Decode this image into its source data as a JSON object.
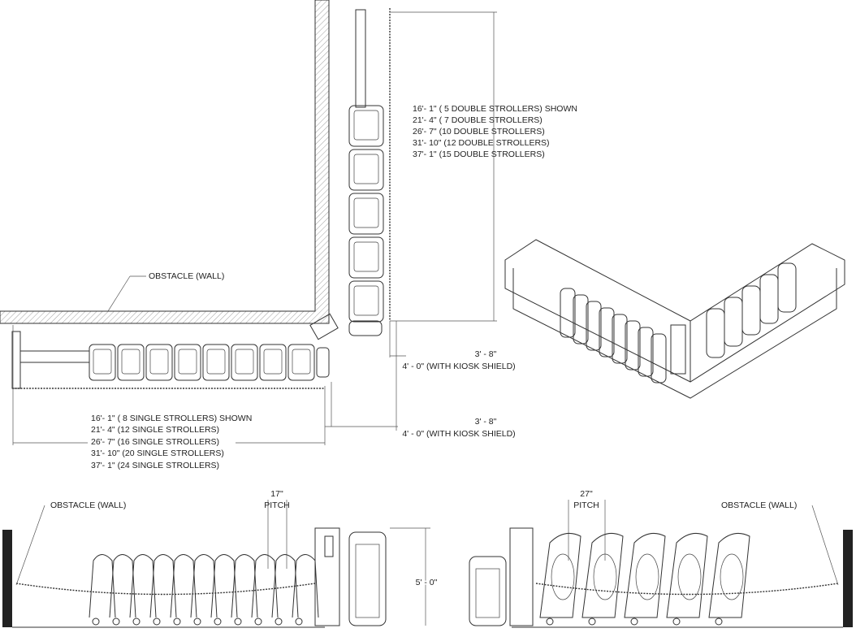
{
  "top_view": {
    "double_lengths": [
      "16'- 1\"   ( 5 DOUBLE STROLLERS) SHOWN",
      "21'- 4\"   ( 7 DOUBLE STROLLERS)",
      "26'- 7\"   (10 DOUBLE STROLLERS)",
      "31'- 10\" (12 DOUBLE STROLLERS)",
      "37'- 1\"   (15 DOUBLE STROLLERS)"
    ],
    "single_lengths": [
      "16'- 1\"   ( 8 SINGLE STROLLERS) SHOWN",
      "21'- 4\"   (12 SINGLE STROLLERS)",
      "26'- 7\"   (16 SINGLE STROLLERS)",
      "31'- 10\" (20 SINGLE STROLLERS)",
      "37'- 1\"   (24 SINGLE STROLLERS)"
    ],
    "width_dim_1": "3' - 8\"",
    "width_dim_1_shield": "4' - 0\" (WITH KIOSK SHIELD)",
    "width_dim_2": "3' - 8\"",
    "width_dim_2_shield": "4' - 0\" (WITH KIOSK SHIELD)",
    "obstacle_label": "OBSTACLE (WALL)"
  },
  "elevation_left": {
    "obstacle_label": "OBSTACLE (WALL)",
    "pitch_value": "17\"",
    "pitch_label": "PITCH",
    "height_dim": "5' - 0\""
  },
  "elevation_right": {
    "obstacle_label": "OBSTACLE (WALL)",
    "pitch_value": "27\"",
    "pitch_label": "PITCH"
  }
}
